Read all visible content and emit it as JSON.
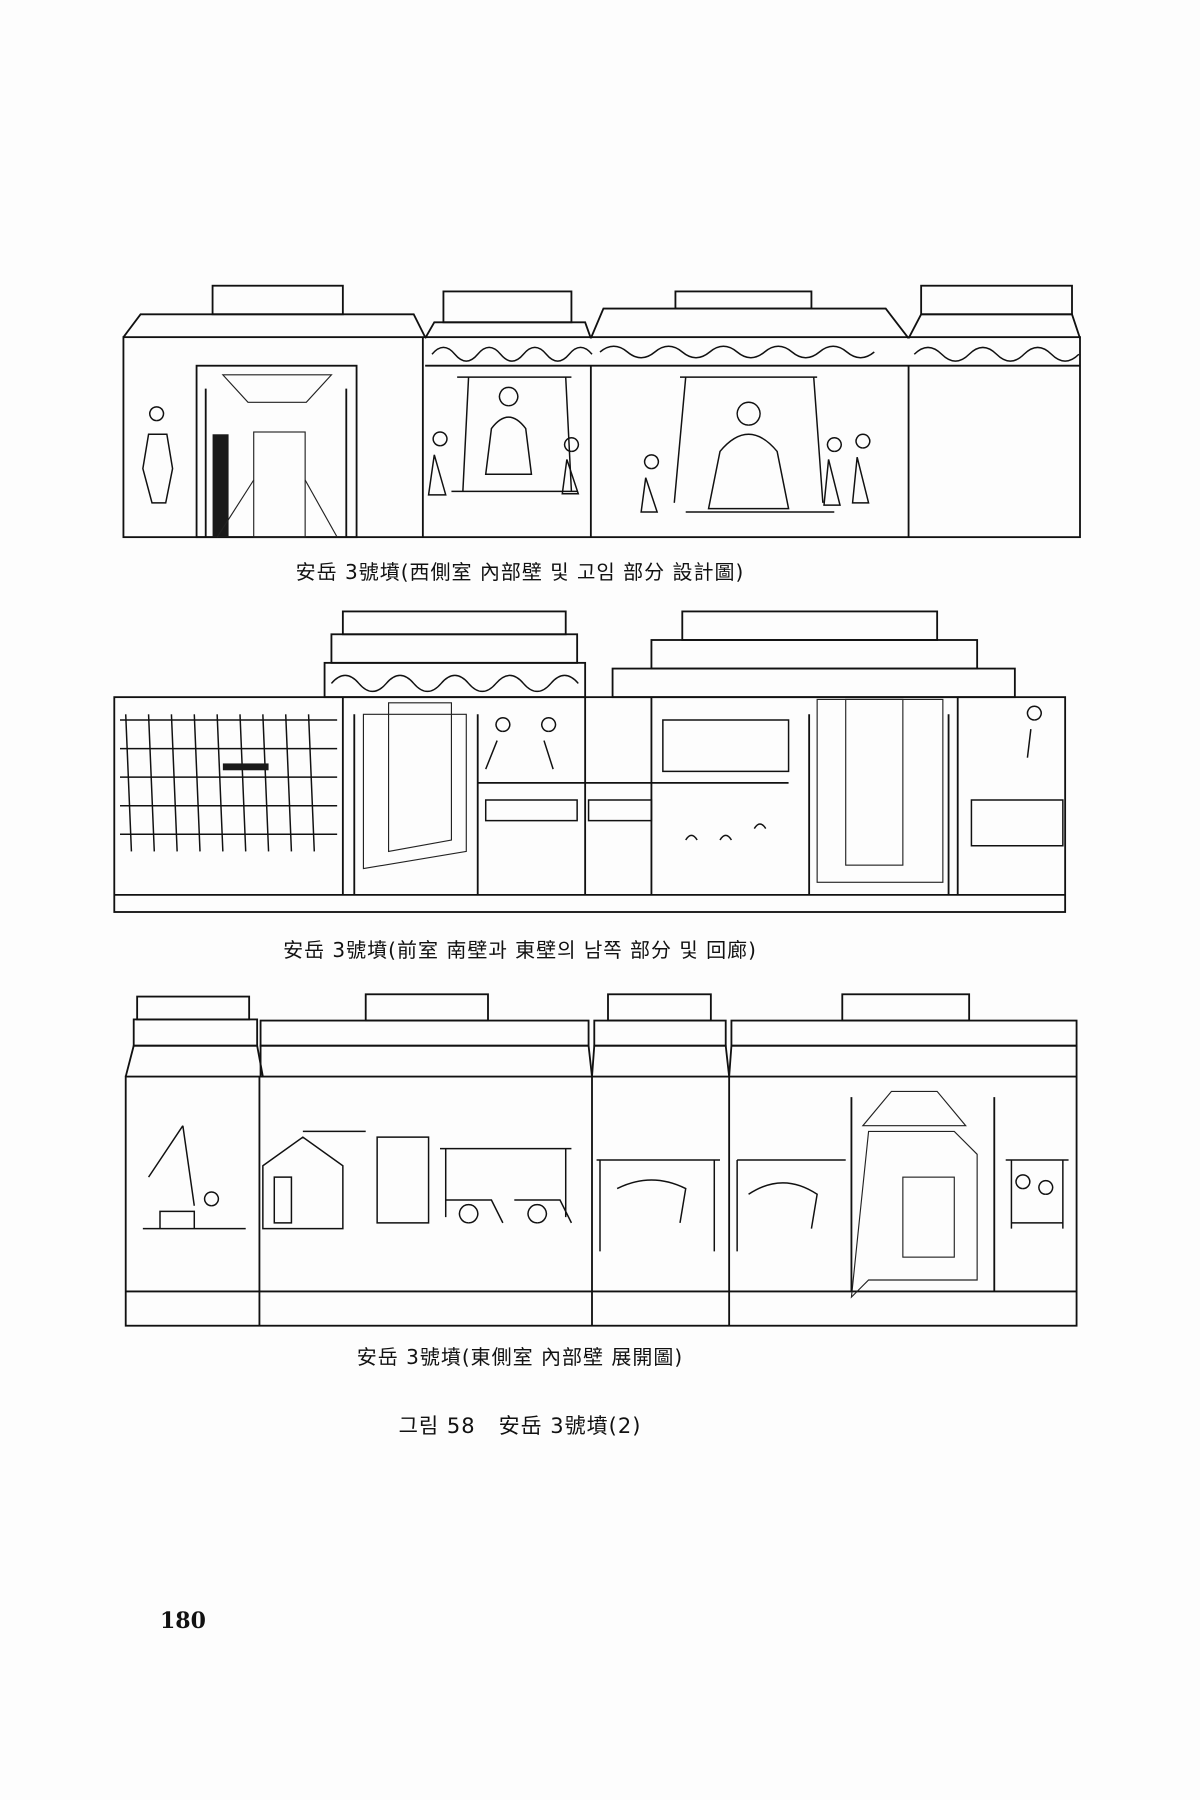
{
  "captions": {
    "panel1": "安岳 3號墳(西側室 內部壁 및 고임 部分 設計圖)",
    "panel2": "安岳 3號墳(前室 南壁과 東壁의 남쪽 部分 및 回廊)",
    "panel3": "安岳 3號墳(東側室 內部壁 展開圖)"
  },
  "figure_title": "그림 58   安岳 3號墳(2)",
  "page_number": "180"
}
